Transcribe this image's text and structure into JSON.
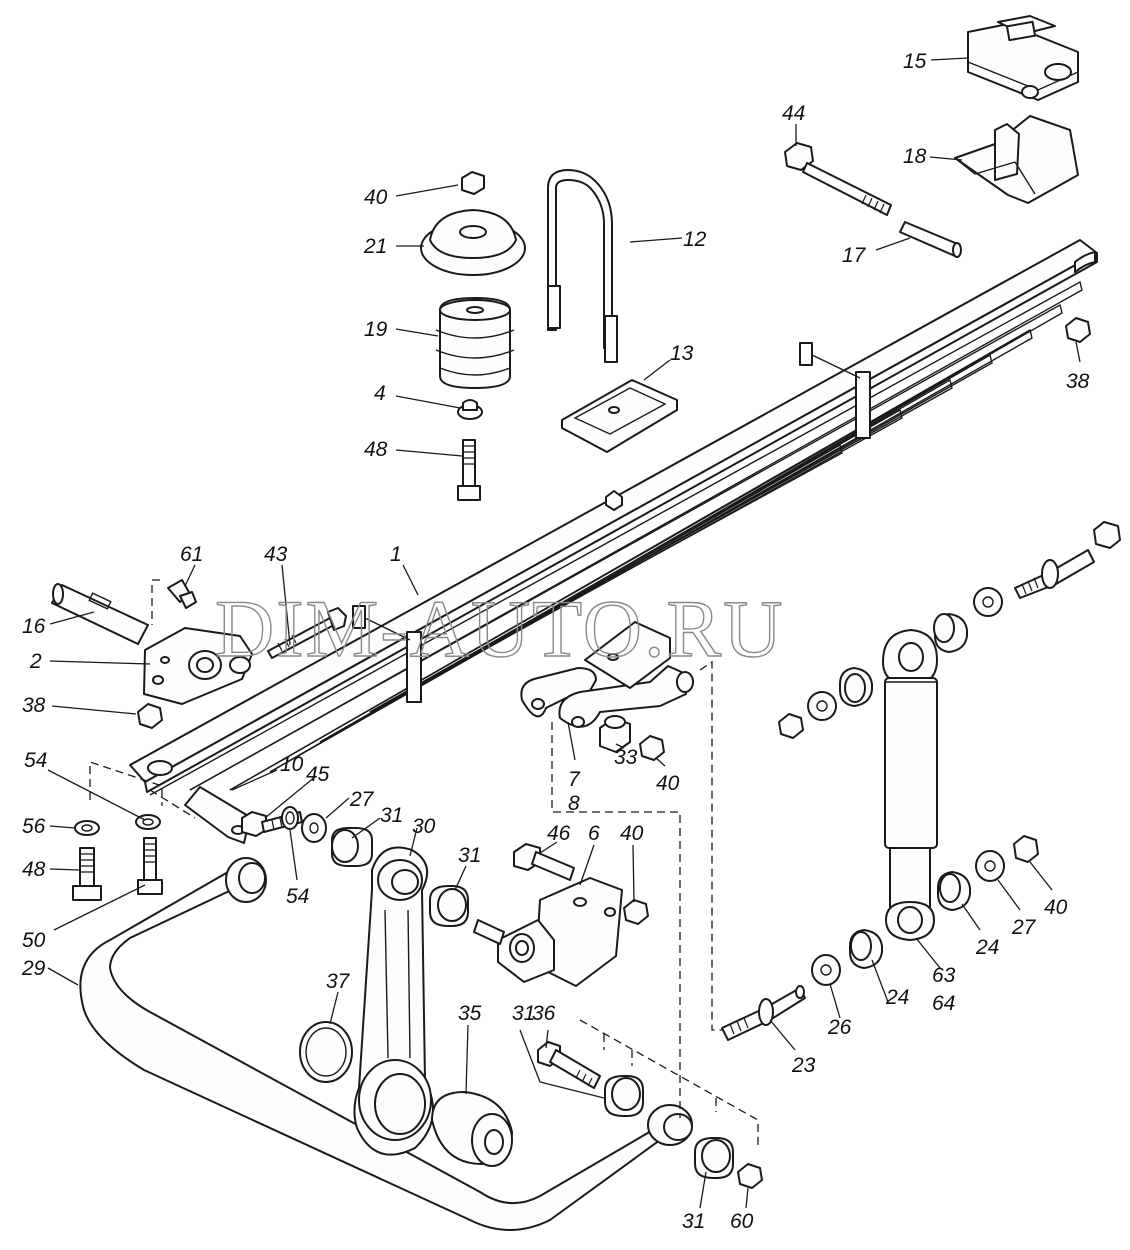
{
  "watermark": "DIM-AUTO.RU",
  "callouts": {
    "l1": "1",
    "l2": "2",
    "l4": "4",
    "l6": "6",
    "l7": "7",
    "l8": "8",
    "l10": "10",
    "l12": "12",
    "l13": "13",
    "l15": "15",
    "l16": "16",
    "l17": "17",
    "l18": "18",
    "l19": "19",
    "l21": "21",
    "l23": "23",
    "l24a": "24",
    "l24b": "24",
    "l26": "26",
    "l27a": "27",
    "l27b": "27",
    "l29": "29",
    "l30": "30",
    "l31a": "31",
    "l31b": "31",
    "l31c": "31",
    "l31d": "31",
    "l33": "33",
    "l35": "35",
    "l36": "36",
    "l37": "37",
    "l38a": "38",
    "l38b": "38",
    "l40a": "40",
    "l40b": "40",
    "l40c": "40",
    "l40d": "40",
    "l43": "43",
    "l44": "44",
    "l45": "45",
    "l46": "46",
    "l48a": "48",
    "l48b": "48",
    "l50": "50",
    "l54a": "54",
    "l54b": "54",
    "l56": "56",
    "l60": "60",
    "l61": "61",
    "l63": "63",
    "l64": "64"
  }
}
